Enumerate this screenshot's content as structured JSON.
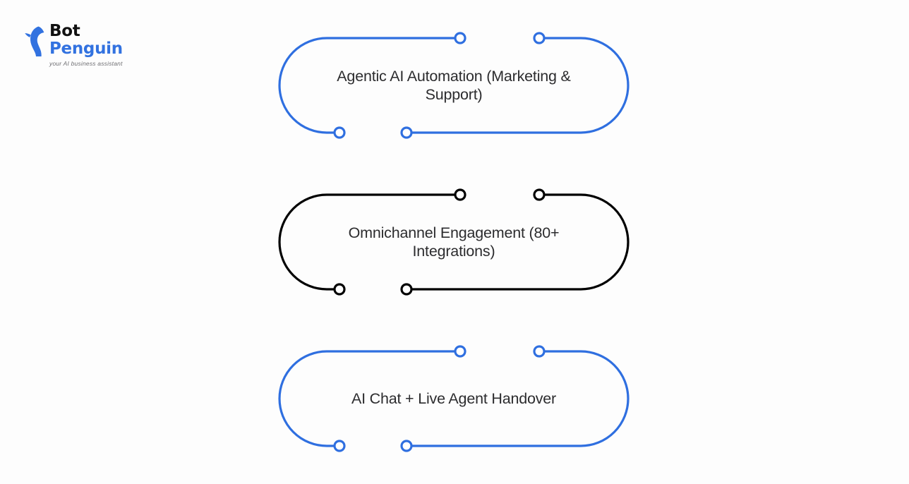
{
  "background_color": "#fdfdfd",
  "brand": {
    "logo_icon": "penguin-icon",
    "name_line_1": "Bot",
    "name_line_2": "Penguin",
    "tagline": "your AI business assistant",
    "name_line_1_color": "#111111",
    "name_line_2_color": "#3272e0",
    "tagline_color": "#6f6f73"
  },
  "colors": {
    "brand_blue": "#2f6fe0",
    "outline_black": "#000000",
    "text": "#2c2c2e",
    "node_fill": "#ffffff"
  },
  "capsules": [
    {
      "label": "Agentic AI Automation (Marketing & Support)",
      "stroke_color": "#2f6fe0",
      "node_icon": "circle-node-icon",
      "node_count": 4
    },
    {
      "label": "Omnichannel Engagement (80+ Integrations)",
      "stroke_color": "#000000",
      "node_icon": "circle-node-icon",
      "node_count": 4
    },
    {
      "label": "AI Chat + Live Agent Handover",
      "stroke_color": "#2f6fe0",
      "node_icon": "circle-node-icon",
      "node_count": 4
    }
  ]
}
